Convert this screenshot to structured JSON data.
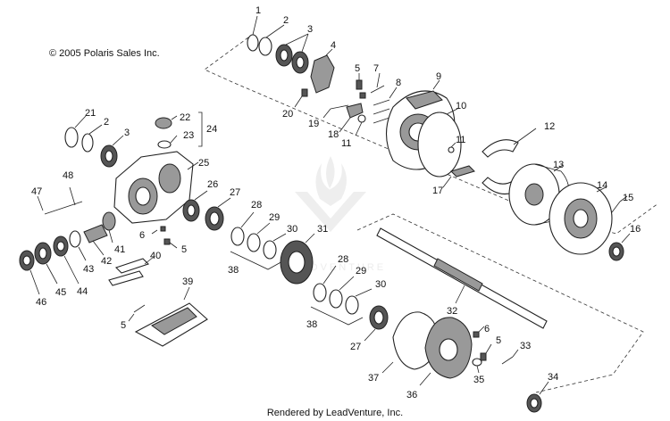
{
  "copyright": "© 2005 Polaris Sales Inc.",
  "rendered_by": "Rendered by LeadVenture, Inc.",
  "watermark": "LEADVENTURE",
  "callouts": [
    "1",
    "2",
    "3",
    "4",
    "5",
    "6",
    "7",
    "8",
    "9",
    "10",
    "11",
    "12",
    "13",
    "14",
    "15",
    "16",
    "17",
    "18",
    "19",
    "20",
    "21",
    "22",
    "23",
    "24",
    "25",
    "26",
    "27",
    "28",
    "29",
    "30",
    "31",
    "32",
    "33",
    "34",
    "35",
    "36",
    "37",
    "38",
    "39",
    "40",
    "41",
    "42",
    "43",
    "44",
    "45",
    "46",
    "47",
    "48"
  ],
  "labels": {
    "c1": "1",
    "c2a": "2",
    "c3a": "3",
    "c4": "4",
    "c5a": "5",
    "c7": "7",
    "c8": "8",
    "c9": "9",
    "c10": "10",
    "c11a": "11",
    "c11b": "11",
    "c12": "12",
    "c13": "13",
    "c14": "14",
    "c15": "15",
    "c16": "16",
    "c17": "17",
    "c18": "18",
    "c19": "19",
    "c20": "20",
    "c21": "21",
    "c2b": "2",
    "c3b": "3",
    "c22": "22",
    "c23": "23",
    "c24": "24",
    "c25": "25",
    "c26": "26",
    "c27a": "27",
    "c28a": "28",
    "c29a": "29",
    "c30a": "30",
    "c31": "31",
    "c47": "47",
    "c48": "48",
    "c6a": "6",
    "c5b": "5",
    "c40": "40",
    "c41": "41",
    "c42": "42",
    "c43": "43",
    "c44": "44",
    "c45": "45",
    "c46": "46",
    "c38a": "38",
    "c39": "39",
    "c5c": "5",
    "c28b": "28",
    "c29b": "29",
    "c30b": "30",
    "c38b": "38",
    "c32": "32",
    "c27b": "27",
    "c37": "37",
    "c36": "36",
    "c6b": "6",
    "c5d": "5",
    "c35": "35",
    "c33": "33",
    "c34": "34"
  }
}
